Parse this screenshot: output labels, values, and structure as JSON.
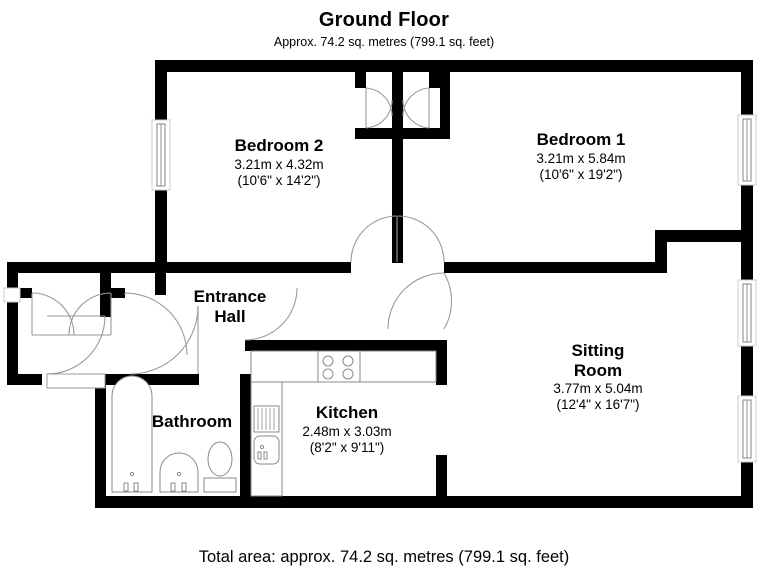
{
  "header": {
    "title": "Ground Floor",
    "subtitle": "Approx. 74.2 sq. metres (799.1 sq. feet)"
  },
  "footer": {
    "total_area": "Total area: approx. 74.2 sq. metres (799.1 sq. feet)"
  },
  "colors": {
    "wall": "#000000",
    "background": "#ffffff",
    "fixture_stroke": "#8a8a8a",
    "door_arc": "#9a9a9a",
    "window_frame": "#cfcfcf"
  },
  "rooms": [
    {
      "name": "Bedroom 2",
      "dim_metric": "3.21m x 4.32m",
      "dim_imperial": "(10'6\" x 14'2\")"
    },
    {
      "name": "Bedroom 1",
      "dim_metric": "3.21m x 5.84m",
      "dim_imperial": "(10'6\" x 19'2\")"
    },
    {
      "name": "Sitting",
      "name_line2": "Room",
      "dim_metric": "3.77m x 5.04m",
      "dim_imperial": "(12'4\" x 16'7\")"
    },
    {
      "name": "Kitchen",
      "dim_metric": "2.48m x 3.03m",
      "dim_imperial": "(8'2\" x 9'11\")"
    },
    {
      "name": "Entrance",
      "name_line2": "Hall",
      "dim_metric": "",
      "dim_imperial": ""
    },
    {
      "name": "Bathroom",
      "dim_metric": "",
      "dim_imperial": ""
    }
  ],
  "fixtures": {
    "bathtub": "bathtub",
    "basin": "wash-basin",
    "toilet": "toilet",
    "hob": "kitchen-hob",
    "sink": "kitchen-sink"
  },
  "openings": {
    "windows": 5,
    "doors": 6,
    "wardrobes": 2
  }
}
